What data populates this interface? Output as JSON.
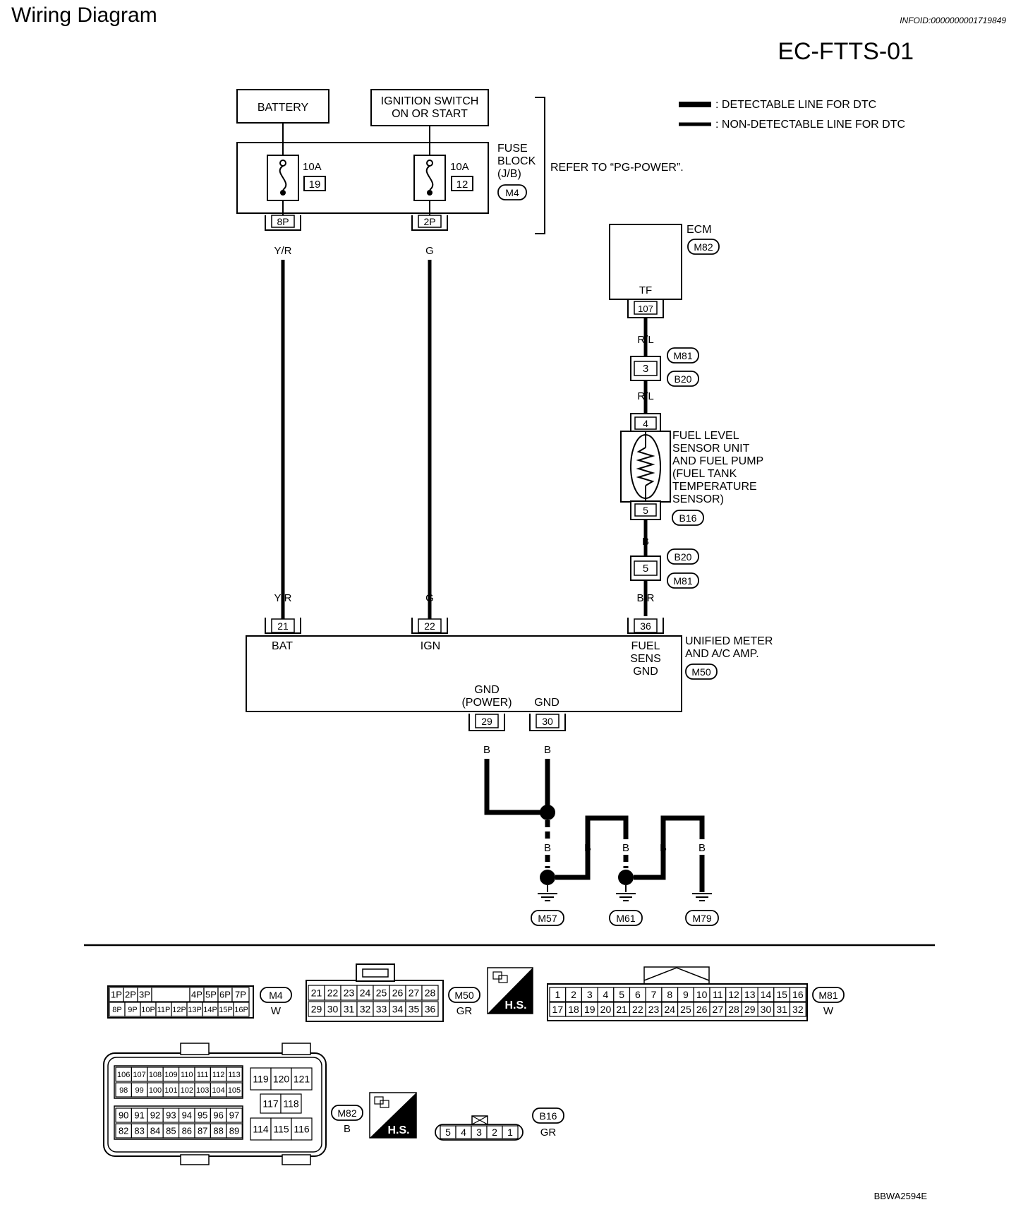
{
  "header": {
    "title": "Wiring Diagram",
    "info_id": "INFOID:0000000001719849",
    "diagram_code": "EC-FTTS-01",
    "footer_code": "BBWA2594E"
  },
  "legend": {
    "detectable": ": DETECTABLE LINE FOR DTC",
    "non_detectable": ": NON-DETECTABLE LINE FOR DTC"
  },
  "power": {
    "battery": "BATTERY",
    "ignition_line1": "IGNITION SWITCH",
    "ignition_line2": "ON OR START",
    "fuse1_amp": "10A",
    "fuse1_no": "19",
    "fuse2_amp": "10A",
    "fuse2_no": "12",
    "fuse_block_line1": "FUSE",
    "fuse_block_line2": "BLOCK",
    "fuse_block_line3": "(J/B)",
    "fuse_block_connector": "M4",
    "refer": "REFER TO “PG-POWER”.",
    "pin_8p": "8P",
    "pin_2p": "2P",
    "wire_yr": "Y/R",
    "wire_g": "G"
  },
  "ecm": {
    "label": "ECM",
    "connector": "M82",
    "terminal_name": "TF",
    "terminal": "107",
    "wire_rl": "R/L"
  },
  "joint1": {
    "top": "M81",
    "pin": "3",
    "bottom": "B20"
  },
  "sensor": {
    "pin_top": "4",
    "pin_bottom": "5",
    "line1": "FUEL  LEVEL",
    "line2": "SENSOR UNIT",
    "line3": "AND FUEL PUMP",
    "line4": "(FUEL TANK",
    "line5": "TEMPERATURE",
    "line6": "SENSOR)",
    "connector": "B16",
    "wire_b": "B"
  },
  "joint2": {
    "top": "B20",
    "pin": "5",
    "bottom": "M81",
    "wire_br": "B/R"
  },
  "meter": {
    "pin_bat": "21",
    "pin_ign": "22",
    "pin_fuel": "36",
    "label_bat": "BAT",
    "label_ign": "IGN",
    "label_fuel1": "FUEL",
    "label_fuel2": "SENS",
    "label_fuel3": "GND",
    "name1": "UNIFIED METER",
    "name2": "AND A/C AMP.",
    "connector": "M50",
    "gnd_power1": "GND",
    "gnd_power2": "(POWER)",
    "gnd": "GND",
    "pin_29": "29",
    "pin_30": "30"
  },
  "grounds": {
    "wire_b": "B",
    "g1": "M57",
    "g2": "M61",
    "g3": "M79"
  },
  "connectors": {
    "m4": {
      "name": "M4",
      "color": "W",
      "row1": [
        "1P",
        "2P",
        "3P",
        "",
        "4P",
        "5P",
        "6P",
        "7P"
      ],
      "row2": [
        "8P",
        "9P",
        "10P",
        "11P",
        "12P",
        "13P",
        "14P",
        "15P",
        "16P"
      ]
    },
    "m50": {
      "name": "M50",
      "color": "GR",
      "row1": [
        "21",
        "22",
        "23",
        "24",
        "25",
        "26",
        "27",
        "28"
      ],
      "row2": [
        "29",
        "30",
        "31",
        "32",
        "33",
        "34",
        "35",
        "36"
      ]
    },
    "hs": "H.S.",
    "m81": {
      "name": "M81",
      "color": "W",
      "row1": [
        "1",
        "2",
        "3",
        "4",
        "5",
        "6",
        "7",
        "8",
        "9",
        "10",
        "11",
        "12",
        "13",
        "14",
        "15",
        "16"
      ],
      "row2": [
        "17",
        "18",
        "19",
        "20",
        "21",
        "22",
        "23",
        "24",
        "25",
        "26",
        "27",
        "28",
        "29",
        "30",
        "31",
        "32"
      ]
    },
    "m82": {
      "name": "M82",
      "color": "B",
      "row1": [
        "106",
        "107",
        "108",
        "109",
        "110",
        "111",
        "112",
        "113"
      ],
      "row2": [
        "98",
        "99",
        "100",
        "101",
        "102",
        "103",
        "104",
        "105"
      ],
      "row3": [
        "90",
        "91",
        "92",
        "93",
        "94",
        "95",
        "96",
        "97"
      ],
      "row4": [
        "82",
        "83",
        "84",
        "85",
        "86",
        "87",
        "88",
        "89"
      ],
      "big1": [
        "119",
        "120",
        "121"
      ],
      "big2": [
        "117",
        "118"
      ],
      "big3": [
        "114",
        "115",
        "116"
      ]
    },
    "b16": {
      "name": "B16",
      "color": "GR",
      "pins": [
        "5",
        "4",
        "3",
        "2",
        "1"
      ]
    }
  }
}
